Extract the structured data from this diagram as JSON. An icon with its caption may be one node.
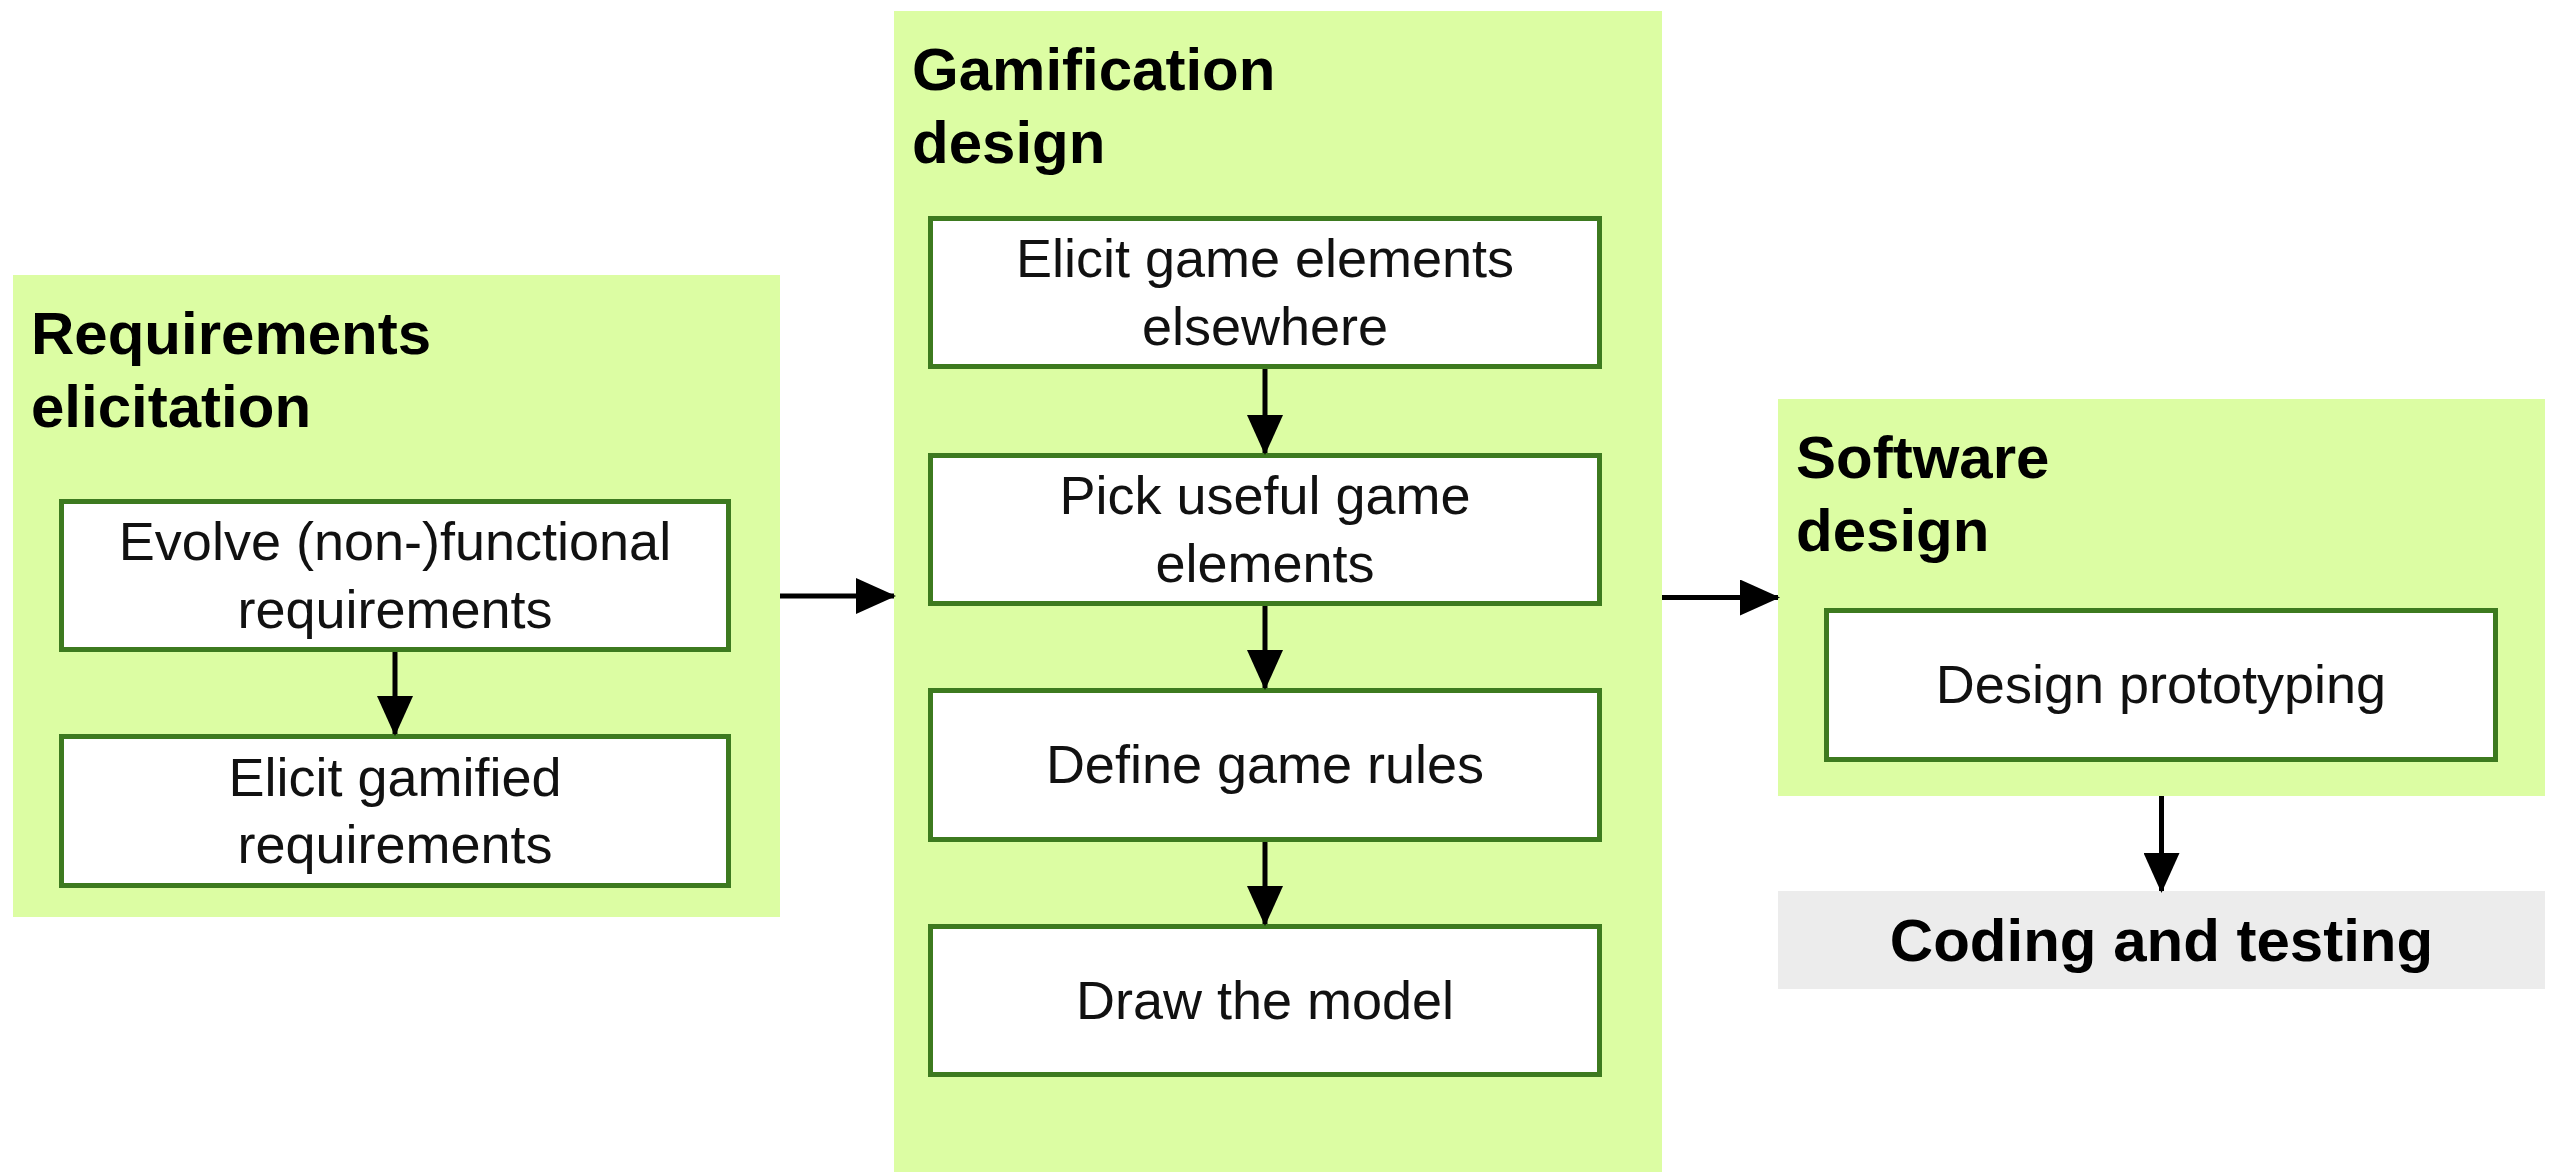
{
  "diagram": {
    "nodes": [
      {
        "text": [
          "Requirements elicitation"
        ]
      },
      {
        "text": [
          "Evolve (non-)functional requirements"
        ],
        "in": 0
      },
      {
        "text": [
          "Elicit gamified requirements"
        ],
        "in": 0
      },
      {
        "text": [
          "Gamification design"
        ]
      },
      {
        "text": [
          "Elicit game elements elsewhere"
        ],
        "in": 3
      },
      {
        "text": [
          "Pick useful game elements"
        ],
        "in": 3
      },
      {
        "text": [
          "Define game rules"
        ],
        "in": 3
      },
      {
        "text": [
          "Draw the model"
        ],
        "in": 3
      },
      {
        "text": [
          "Software design"
        ]
      },
      {
        "text": [
          "Design prototyping"
        ],
        "in": 8
      },
      {
        "text": [
          "Coding and testing"
        ]
      }
    ],
    "edges": [
      {
        "from": 1,
        "to": 2,
        "arrow": "to"
      },
      {
        "from": 0,
        "to": 3,
        "arrow": "to"
      },
      {
        "from": 4,
        "to": 5,
        "arrow": "to"
      },
      {
        "from": 5,
        "to": 6,
        "arrow": "to"
      },
      {
        "from": 6,
        "to": 7,
        "arrow": "to"
      },
      {
        "from": 3,
        "to": 8,
        "arrow": "to"
      },
      {
        "from": 8,
        "to": 10,
        "arrow": "to"
      }
    ]
  }
}
